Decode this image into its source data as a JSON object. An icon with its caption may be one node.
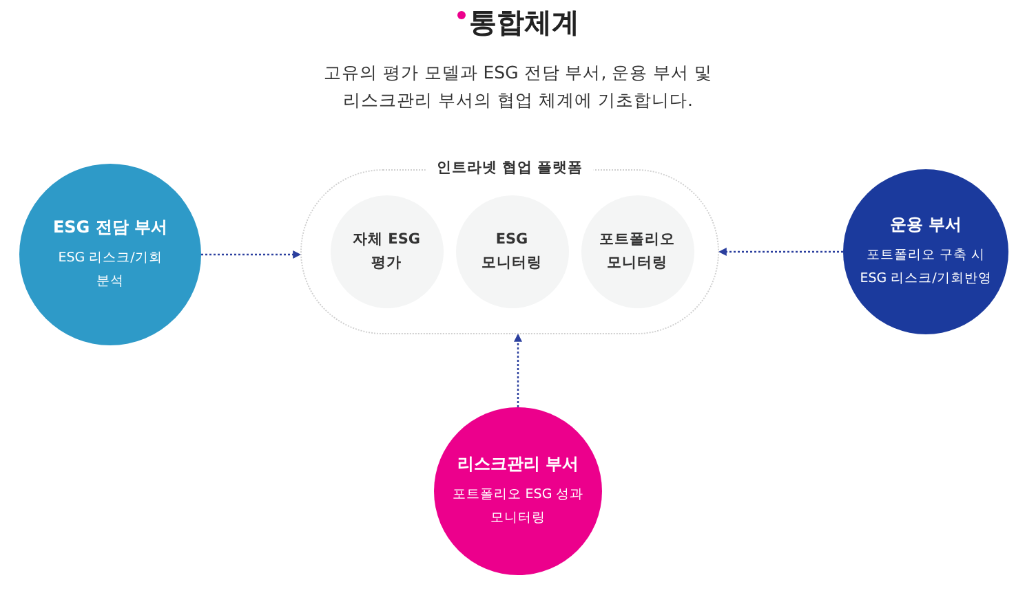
{
  "diagram": {
    "title": "통합체계",
    "nodes": [
      {
        "text": [
          "ESG 전담 부서",
          "ESG 리스크/기회 분석"
        ]
      },
      {
        "text": [
          "인트라넷 협업 플랫폼"
        ]
      },
      {
        "text": [
          "자체 ESG 평가"
        ],
        "in": 1
      },
      {
        "text": [
          "ESG 모니터링"
        ],
        "in": 1
      },
      {
        "text": [
          "포트폴리오 모니터링"
        ],
        "in": 1
      },
      {
        "text": [
          "운용 부서",
          "포트폴리오 구축 시 ESG 리스크/기회반영"
        ]
      },
      {
        "text": [
          "리스크관리 부서",
          "포트폴리오 ESG 성과 모니터링"
        ]
      }
    ],
    "edges": [
      {
        "from": 0,
        "to": 1,
        "arrow": "to",
        "style": "dashed"
      },
      {
        "from": 5,
        "to": 1,
        "arrow": "to",
        "style": "dashed"
      },
      {
        "from": 6,
        "to": 1,
        "arrow": "to",
        "style": "dashed"
      }
    ],
    "labels": [
      "고유의 평가 모델과 ESG 전담 부서, 운용 부서 및 리스크관리 부서의 협업 체계에 기초합니다."
    ]
  }
}
